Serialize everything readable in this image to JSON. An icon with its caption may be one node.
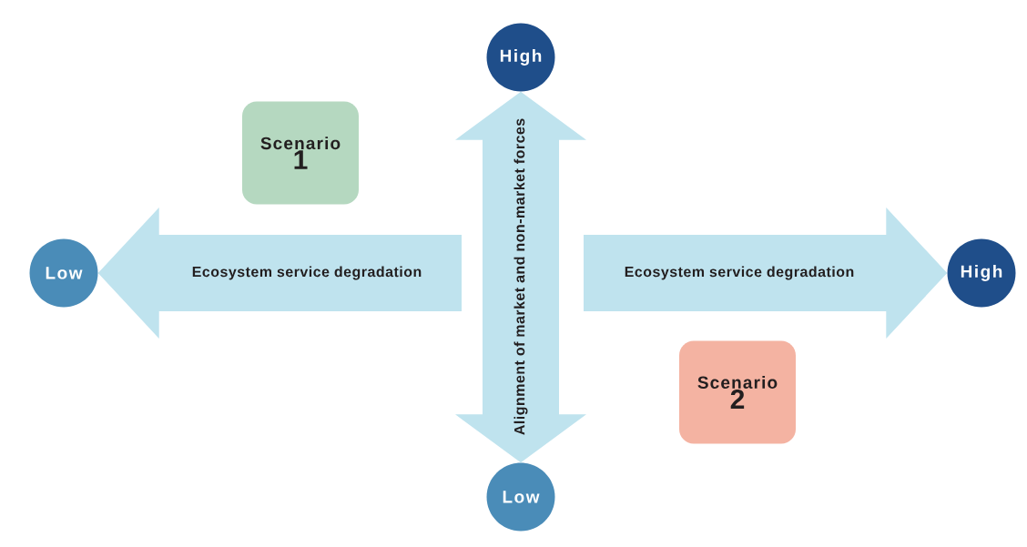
{
  "diagram": {
    "nodes": [
      {
        "text": [
          "High"
        ]
      },
      {
        "text": [
          "Scenario",
          "1"
        ]
      },
      {
        "text": [
          "Low"
        ]
      },
      {
        "text": [
          "High"
        ]
      },
      {
        "text": [
          "Scenario",
          "2"
        ]
      },
      {
        "text": [
          "Low"
        ]
      }
    ],
    "edges": [
      {
        "from": null,
        "to": 2,
        "arrow": "to",
        "label": "Ecosystem service degradation"
      },
      {
        "from": null,
        "to": 3,
        "arrow": "to",
        "label": "Ecosystem service degradation"
      },
      {
        "from": 5,
        "to": 0,
        "arrow": "both",
        "label": "Alignment of market and non-market forces"
      }
    ]
  }
}
